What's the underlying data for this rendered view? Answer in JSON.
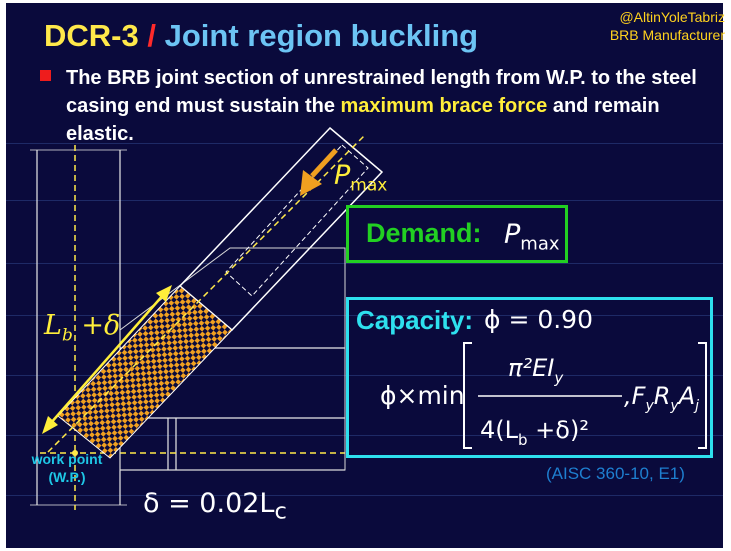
{
  "slide": {
    "title_code": "DCR-3",
    "title_sep": "/",
    "title_name": "Joint region buckling",
    "credit_line1": "@AltinYoleTabriz",
    "credit_line2": "BRB Manufacturer",
    "bullet_part1": "The BRB joint section of unrestrained length from W.P. to the steel casing end must sustain the ",
    "bullet_highlight": "maximum brace force",
    "bullet_part2": " and remain elastic."
  },
  "diagram": {
    "lb_label": "L",
    "lb_sub": "b",
    "lb_tail": " +δ",
    "pmax_label": "P",
    "pmax_sub": "max",
    "work_point_line1": "work point",
    "work_point_line2": "(W.P.)",
    "delta_eq": "δ = 0.02L",
    "delta_sub": "c"
  },
  "demand": {
    "label": "Demand:",
    "symbol": "P",
    "symbol_sub": "max"
  },
  "capacity": {
    "label": "Capacity:",
    "phi_eq": "ϕ = 0.90",
    "formula_prefix": "ϕ×min",
    "numerator": "π²EI",
    "numerator_sub": "y",
    "denominator": "4(L",
    "denominator_sub": "b",
    "denominator_tail": " +δ)²",
    "second_term": ",F",
    "second_term_parts": [
      "y",
      "R",
      "y",
      "A",
      "j"
    ],
    "reference": "(AISC 360-10, E1)"
  },
  "colors": {
    "background": "#0a0a3c",
    "title_code": "#ffe94a",
    "title_name": "#6cc4f4",
    "highlight": "#ffee3a",
    "demand": "#22d022",
    "capacity": "#2ee0ee",
    "reference": "#1e7fd0",
    "core_hatch": "#f0a020"
  }
}
